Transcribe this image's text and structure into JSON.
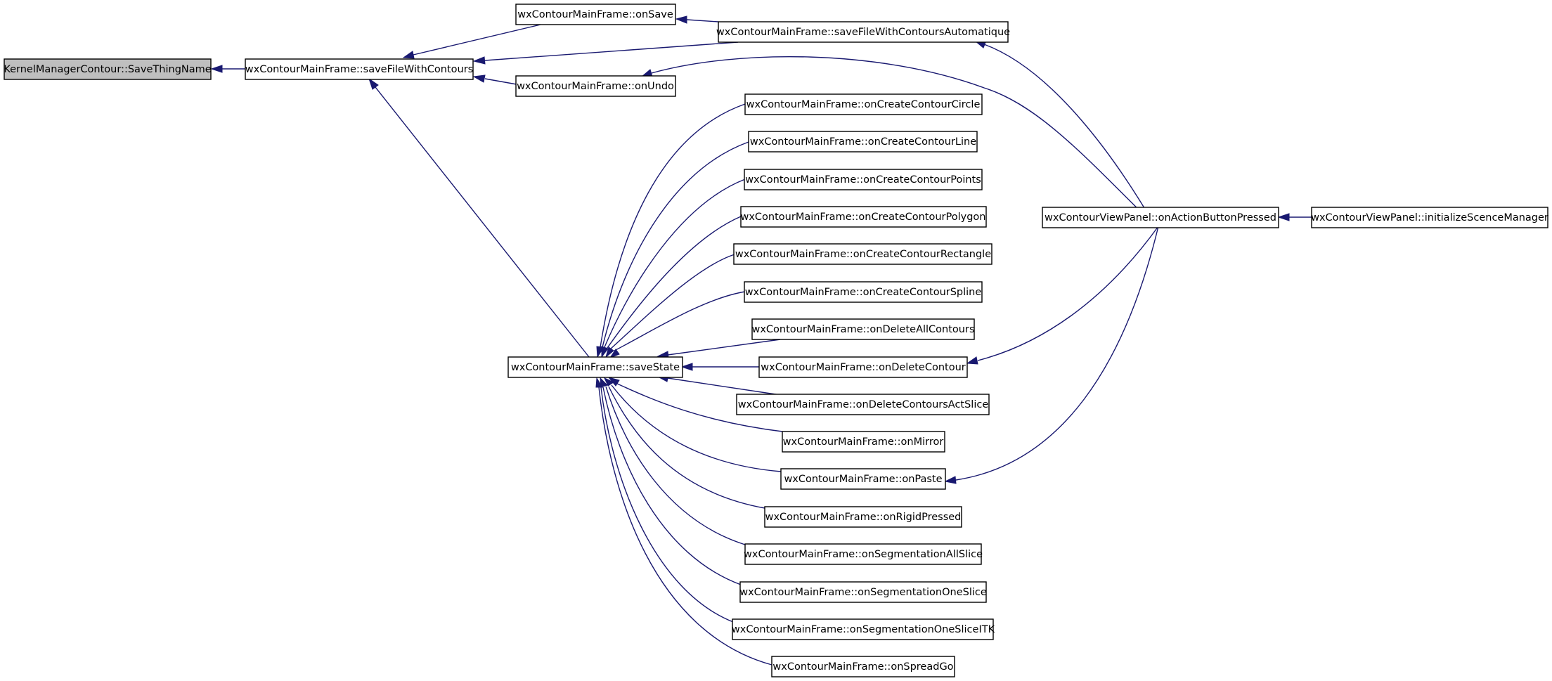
{
  "nodes": {
    "kernel_save_thing_name": "KernelManagerContour::SaveThingName",
    "save_file_with_contours": "wxContourMainFrame::saveFileWithContours",
    "on_save": "wxContourMainFrame::onSave",
    "save_file_automatique": "wxContourMainFrame::saveFileWithContoursAutomatique",
    "on_undo": "wxContourMainFrame::onUndo",
    "save_state": "wxContourMainFrame::saveState",
    "on_create_circle": "wxContourMainFrame::onCreateContourCircle",
    "on_create_line": "wxContourMainFrame::onCreateContourLine",
    "on_create_points": "wxContourMainFrame::onCreateContourPoints",
    "on_create_polygon": "wxContourMainFrame::onCreateContourPolygon",
    "on_create_rectangle": "wxContourMainFrame::onCreateContourRectangle",
    "on_create_spline": "wxContourMainFrame::onCreateContourSpline",
    "on_delete_all": "wxContourMainFrame::onDeleteAllContours",
    "on_delete_contour": "wxContourMainFrame::onDeleteContour",
    "on_delete_act_slice": "wxContourMainFrame::onDeleteContoursActSlice",
    "on_mirror": "wxContourMainFrame::onMirror",
    "on_paste": "wxContourMainFrame::onPaste",
    "on_rigid_pressed": "wxContourMainFrame::onRigidPressed",
    "on_seg_all_slice": "wxContourMainFrame::onSegmentationAllSlice",
    "on_seg_one_slice": "wxContourMainFrame::onSegmentationOneSlice",
    "on_seg_one_slice_itk": "wxContourMainFrame::onSegmentationOneSliceITK",
    "on_spread_go": "wxContourMainFrame::onSpreadGo",
    "on_action_button_pressed": "wxContourViewPanel::onActionButtonPressed",
    "initialize_scene_manager": "wxContourViewPanel::initializeScenceManager"
  },
  "colors": {
    "edge": "#191970",
    "highlight_fill": "#bfbfbf",
    "node_fill": "#ffffff",
    "node_stroke": "#000000"
  }
}
